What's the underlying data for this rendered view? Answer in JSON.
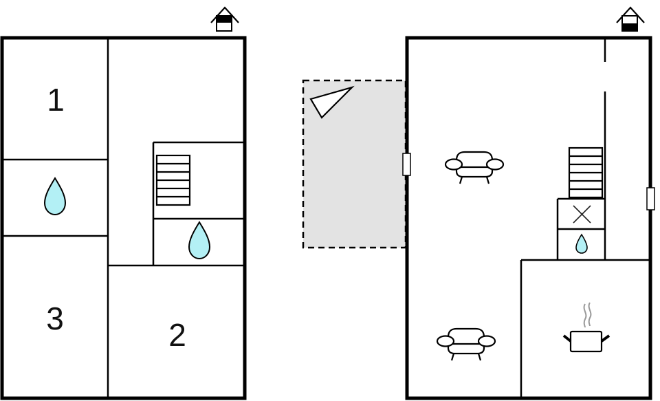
{
  "plans": [
    {
      "id": "upper-floor",
      "floor_indicator": "upper",
      "rooms": [
        {
          "label": "1",
          "type": "bedroom"
        },
        {
          "label": "",
          "type": "bathroom"
        },
        {
          "label": "3",
          "type": "bedroom"
        },
        {
          "label": "",
          "type": "hallway"
        },
        {
          "label": "",
          "type": "staircase"
        },
        {
          "label": "",
          "type": "bathroom"
        },
        {
          "label": "2",
          "type": "bedroom"
        }
      ]
    },
    {
      "id": "ground-floor",
      "floor_indicator": "ground",
      "rooms": [
        {
          "label": "",
          "type": "living-room"
        },
        {
          "label": "",
          "type": "staircase"
        },
        {
          "label": "",
          "type": "utility"
        },
        {
          "label": "",
          "type": "bathroom"
        },
        {
          "label": "",
          "type": "kitchen"
        },
        {
          "label": "",
          "type": "terrace"
        }
      ]
    }
  ],
  "labels": {
    "room1": "1",
    "room2": "2",
    "room3": "3"
  },
  "colors": {
    "wall": "#000000",
    "water": "#b3f0f5",
    "terrace": "#e3e3e3",
    "steam": "#999999"
  },
  "icons": [
    "house-upper-floor-icon",
    "house-ground-floor-icon",
    "water-drop-icon",
    "staircase-icon",
    "sofa-icon",
    "cooking-pot-icon",
    "x-mark-icon",
    "compass-triangle-icon",
    "window-icon"
  ]
}
